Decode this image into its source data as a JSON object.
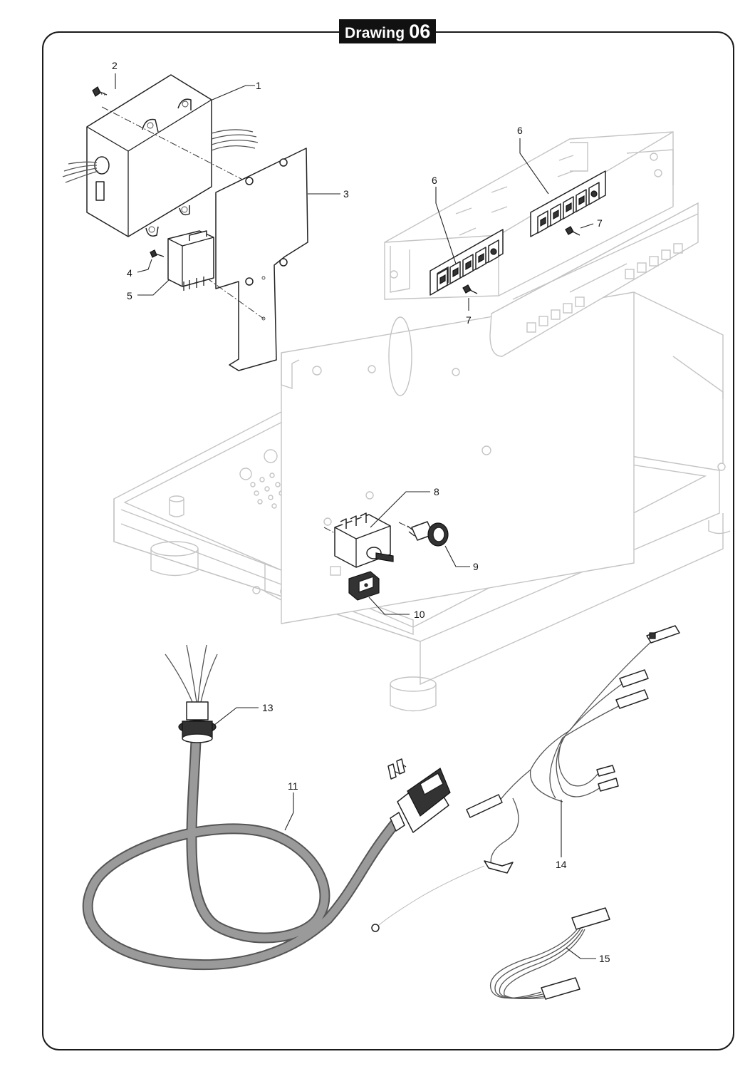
{
  "title": {
    "word": "Drawing",
    "number": "06"
  },
  "callouts": {
    "c1": "1",
    "c2": "2",
    "c3": "3",
    "c4": "4",
    "c5": "5",
    "c6a": "6",
    "c6b": "6",
    "c7a": "7",
    "c7b": "7",
    "c8": "8",
    "c9": "9",
    "c10": "10",
    "c11": "11",
    "c13": "13",
    "c14": "14",
    "c15": "15"
  }
}
